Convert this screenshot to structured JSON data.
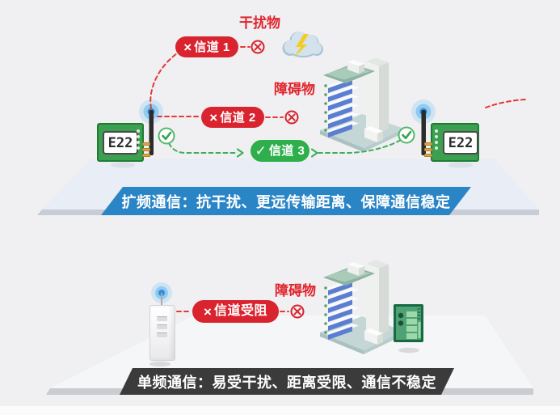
{
  "top": {
    "interference_label": "干扰物",
    "obstacle_label": "障碍物",
    "channel1": {
      "mark": "×",
      "label": "信道 1"
    },
    "channel2": {
      "mark": "×",
      "label": "信道 2"
    },
    "channel3": {
      "mark": "✓",
      "label": "信道 3"
    },
    "left_module_label": "E22",
    "right_module_label": "E22",
    "banner": "扩频通信：抗干扰、更远传输距离、保障通信稳定"
  },
  "bottom": {
    "obstacle_label": "障碍物",
    "blocked_channel": {
      "mark": "×",
      "label": "信道受阻"
    },
    "banner": "单频通信：易受干扰、距离受限、通信不稳定"
  },
  "colors": {
    "badge_red": "#d9232e",
    "badge_green": "#2eaf4b",
    "banner_blue": "#2a85c6",
    "banner_dark": "#3b3b3c",
    "dash_red": "#e23a3a",
    "dash_green": "#3fae5c",
    "pcb_green": "#3da050",
    "background": "#f0f0f2"
  }
}
